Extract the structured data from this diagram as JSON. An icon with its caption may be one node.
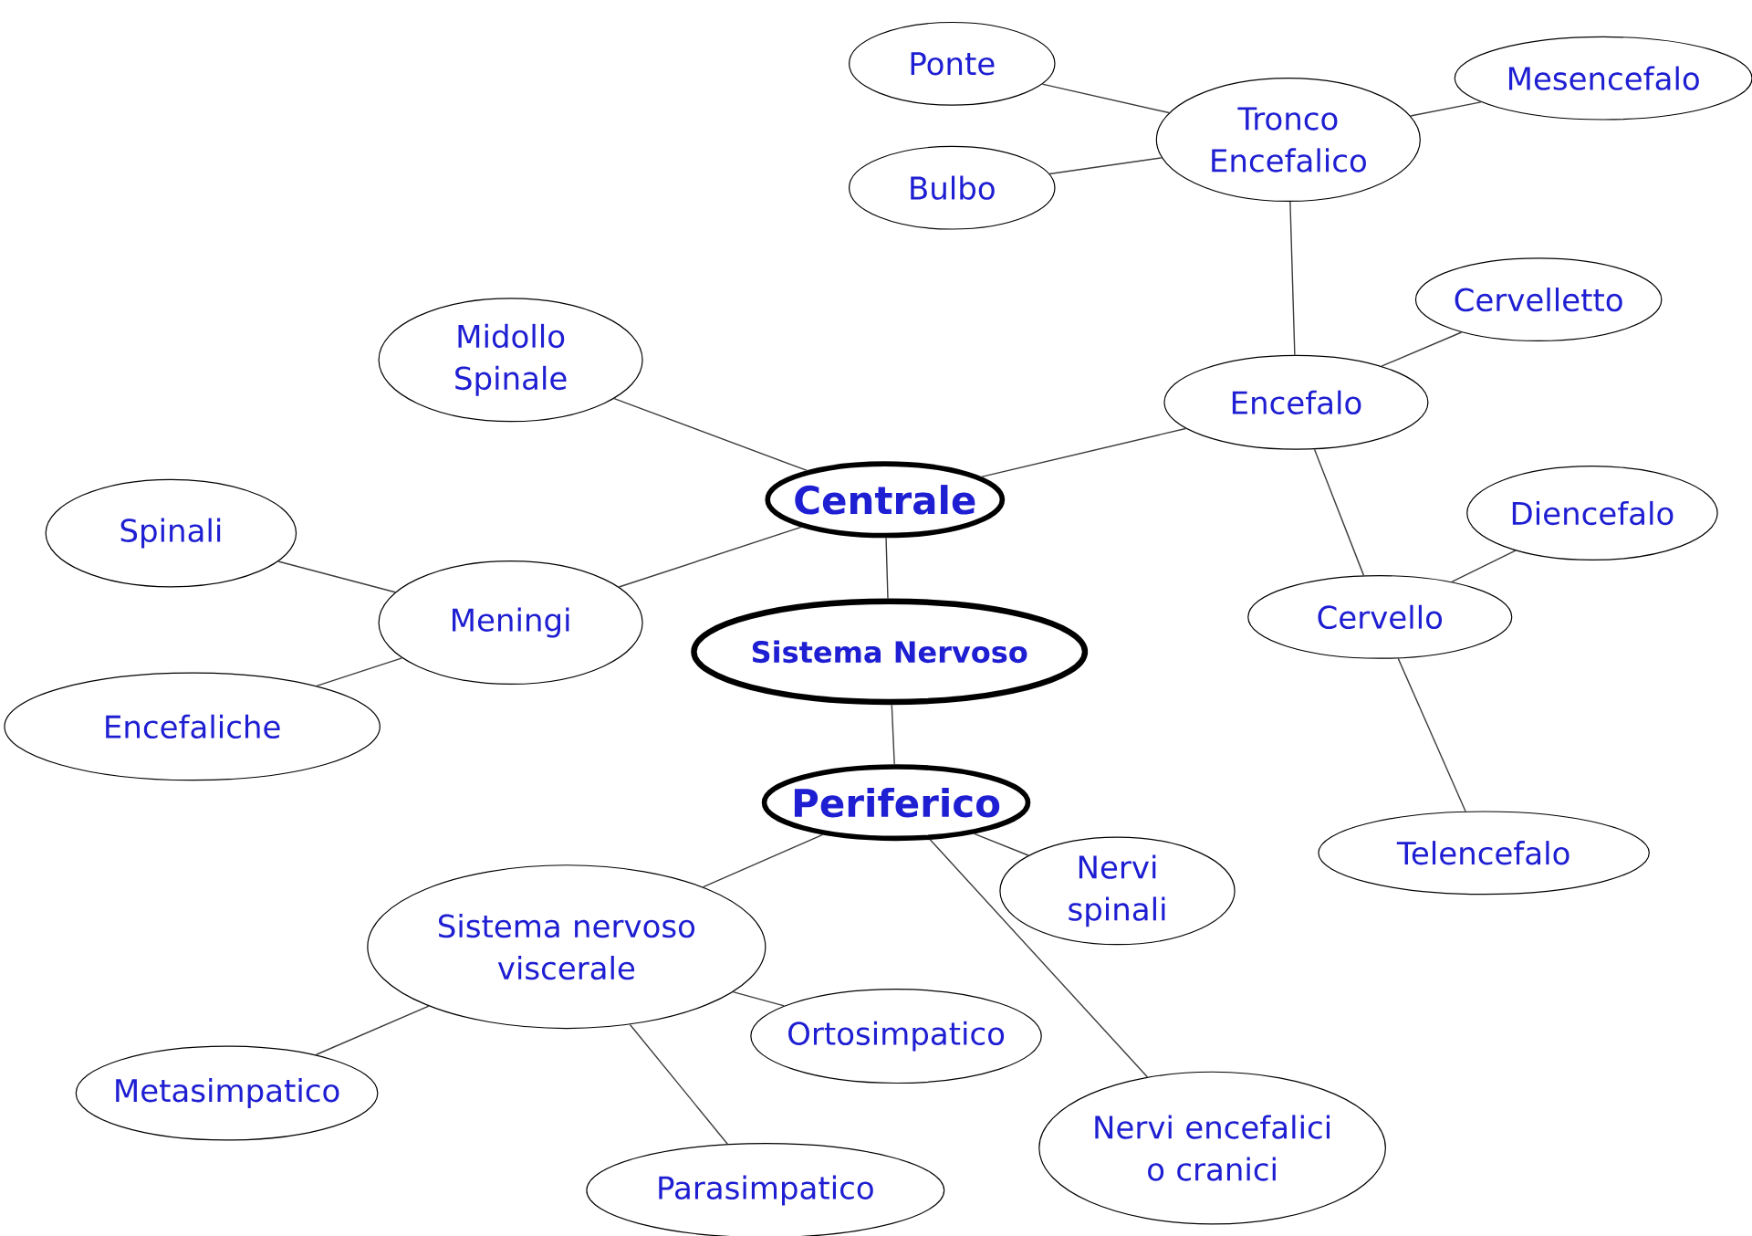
{
  "diagram": {
    "nodes": [
      {
        "text": [
          "Sistema Nervoso"
        ]
      },
      {
        "text": [
          "Centrale"
        ]
      },
      {
        "text": [
          "Periferico"
        ]
      },
      {
        "text": [
          "Midollo Spinale"
        ]
      },
      {
        "text": [
          "Meningi"
        ]
      },
      {
        "text": [
          "Spinali"
        ]
      },
      {
        "text": [
          "Encefaliche"
        ]
      },
      {
        "text": [
          "Encefalo"
        ]
      },
      {
        "text": [
          "Tronco Encefalico"
        ]
      },
      {
        "text": [
          "Ponte"
        ]
      },
      {
        "text": [
          "Bulbo"
        ]
      },
      {
        "text": [
          "Mesencefalo"
        ]
      },
      {
        "text": [
          "Cervelletto"
        ]
      },
      {
        "text": [
          "Cervello"
        ]
      },
      {
        "text": [
          "Diencefalo"
        ]
      },
      {
        "text": [
          "Telencefalo"
        ]
      },
      {
        "text": [
          "Sistema nervoso viscerale"
        ]
      },
      {
        "text": [
          "Metasimpatico"
        ]
      },
      {
        "text": [
          "Parasimpatico"
        ]
      },
      {
        "text": [
          "Ortosimpatico"
        ]
      },
      {
        "text": [
          "Nervi spinali"
        ]
      },
      {
        "text": [
          "Nervi encefalici o cranici"
        ]
      }
    ],
    "edges": [
      {
        "from": 0,
        "to": 1,
        "arrow": "none"
      },
      {
        "from": 0,
        "to": 2,
        "arrow": "none"
      },
      {
        "from": 1,
        "to": 3,
        "arrow": "none"
      },
      {
        "from": 1,
        "to": 4,
        "arrow": "none"
      },
      {
        "from": 4,
        "to": 5,
        "arrow": "none"
      },
      {
        "from": 4,
        "to": 6,
        "arrow": "none"
      },
      {
        "from": 1,
        "to": 7,
        "arrow": "none"
      },
      {
        "from": 7,
        "to": 8,
        "arrow": "none"
      },
      {
        "from": 8,
        "to": 9,
        "arrow": "none"
      },
      {
        "from": 8,
        "to": 10,
        "arrow": "none"
      },
      {
        "from": 8,
        "to": 11,
        "arrow": "none"
      },
      {
        "from": 7,
        "to": 12,
        "arrow": "none"
      },
      {
        "from": 7,
        "to": 13,
        "arrow": "none"
      },
      {
        "from": 13,
        "to": 14,
        "arrow": "none"
      },
      {
        "from": 13,
        "to": 15,
        "arrow": "none"
      },
      {
        "from": 2,
        "to": 16,
        "arrow": "none"
      },
      {
        "from": 16,
        "to": 17,
        "arrow": "none"
      },
      {
        "from": 16,
        "to": 18,
        "arrow": "none"
      },
      {
        "from": 16,
        "to": 19,
        "arrow": "none"
      },
      {
        "from": 2,
        "to": 20,
        "arrow": "none"
      },
      {
        "from": 2,
        "to": 21,
        "arrow": "none"
      }
    ]
  }
}
